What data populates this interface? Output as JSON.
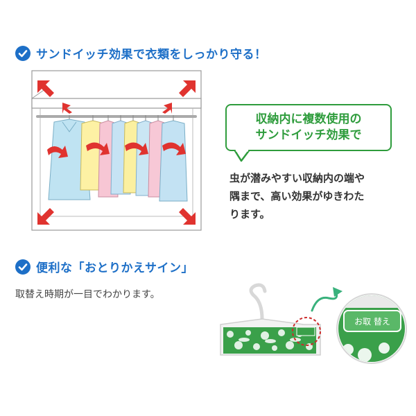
{
  "colors": {
    "accent_blue": "#1d6fc7",
    "accent_green": "#2e9c3c",
    "arrow_red": "#e0332f",
    "text_dark": "#333333"
  },
  "section1": {
    "icon": "check-circle-icon",
    "title": "サンドイッチ効果で衣類をしっかり守る！",
    "callout_line1": "収納内に複数使用の",
    "callout_line2": "サンドイッチ効果で",
    "description_line1": "虫が潜みやすい収納内の端や",
    "description_line2": "隅まで、高い効果がゆきわた",
    "description_line3": "ります。"
  },
  "section2": {
    "icon": "check-circle-icon",
    "title": "便利な「おとりかえサイン」",
    "description": "取替え時期が一目でわかります。",
    "sign_text": "お取 替え"
  }
}
